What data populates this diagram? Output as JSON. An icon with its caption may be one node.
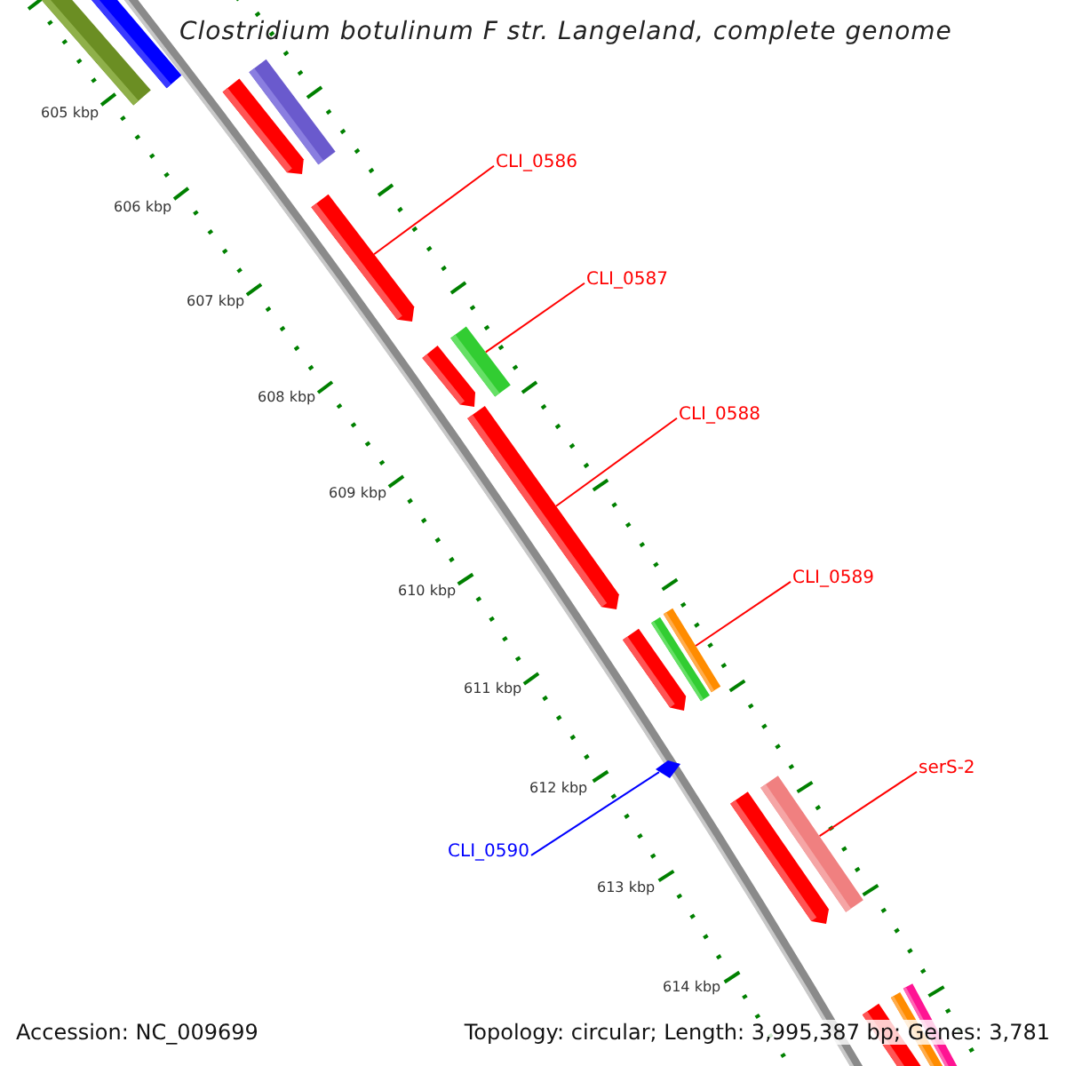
{
  "diagram": {
    "title": "Clostridium botulinum F str. Langeland, complete genome",
    "nodes": [
      {
        "text": [
          "CLI_0586"
        ]
      },
      {
        "text": [
          "CLI_0587"
        ]
      },
      {
        "text": [
          "CLI_0588"
        ]
      },
      {
        "text": [
          "CLI_0589"
        ]
      },
      {
        "text": [
          "serS-2"
        ]
      },
      {
        "text": [
          "CLI_0590"
        ]
      },
      {
        "text": [],
        "shape": "bar"
      },
      {
        "text": [],
        "shape": "bar"
      },
      {
        "text": [],
        "shape": "bar"
      },
      {
        "text": [],
        "shape": "arrow"
      },
      {
        "text": [],
        "shape": "arrow"
      },
      {
        "text": [],
        "shape": "bar"
      },
      {
        "text": [],
        "shape": "arrow"
      },
      {
        "text": [],
        "shape": "arrow"
      },
      {
        "text": [],
        "shape": "bar"
      },
      {
        "text": [],
        "shape": "bar"
      },
      {
        "text": [],
        "shape": "arrow"
      },
      {
        "text": [],
        "shape": "triangle"
      },
      {
        "text": [],
        "shape": "bar"
      },
      {
        "text": [],
        "shape": "arrow"
      },
      {
        "text": [],
        "shape": "bar"
      },
      {
        "text": [],
        "shape": "bar"
      },
      {
        "text": [],
        "shape": "bar"
      }
    ],
    "edges": [
      {
        "from": 0,
        "to": 10,
        "arrow": "none"
      },
      {
        "from": 1,
        "to": 11,
        "arrow": "none"
      },
      {
        "from": 2,
        "to": 13,
        "arrow": "none"
      },
      {
        "from": 3,
        "to": 14,
        "arrow": "none"
      },
      {
        "from": 4,
        "to": 18,
        "arrow": "none"
      },
      {
        "from": 5,
        "to": 17,
        "arrow": "none",
        "color": "#0000ff"
      }
    ],
    "labels": [
      "605 kbp",
      "606 kbp",
      "607 kbp",
      "608 kbp",
      "609 kbp",
      "610 kbp",
      "611 kbp",
      "612 kbp",
      "613 kbp",
      "614 kbp",
      "Accession: NC_009699",
      "Topology: circular; Length: 3,995,387 bp; Genes: 3,781"
    ]
  }
}
